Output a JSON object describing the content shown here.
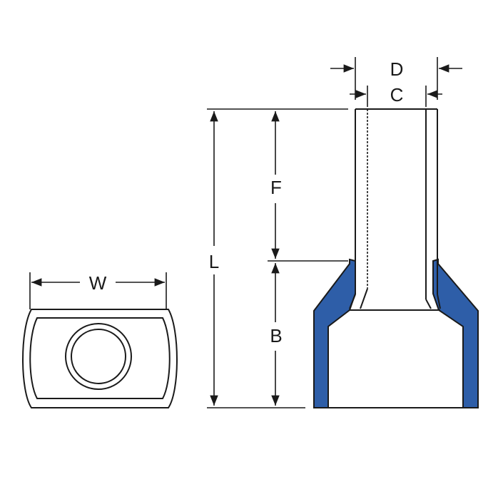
{
  "colors": {
    "insulation": "#2e5ea8",
    "line": "#1a1a1a",
    "background": "#ffffff"
  },
  "labels": {
    "W": "W",
    "L": "L",
    "F": "F",
    "B": "B",
    "C": "C",
    "D": "D"
  }
}
